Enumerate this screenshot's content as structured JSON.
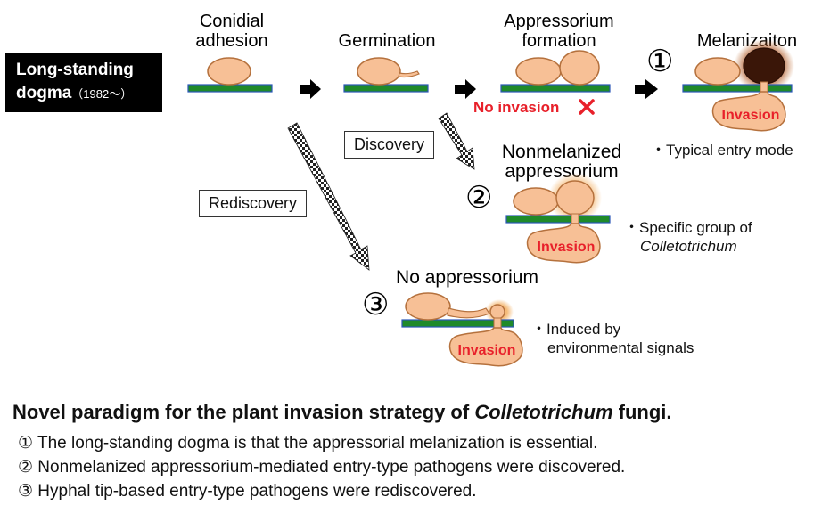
{
  "dogma": {
    "title_line1": "Long-standing",
    "title_line2": "dogma",
    "year": "（1982～）"
  },
  "stages": {
    "conidial_line1": "Conidial",
    "conidial_line2": "adhesion",
    "germination": "Germination",
    "appressorium_line1": "Appressorium",
    "appressorium_line2": "formation",
    "melanization": "Melanizaiton"
  },
  "no_invasion": "No invasion",
  "invasion": "Invasion",
  "discovery": "Discovery",
  "rediscovery": "Rediscovery",
  "nonmelanized_line1": "Nonmelanized",
  "nonmelanized_line2": "appressorium",
  "no_appressorium": "No appressorium",
  "numbers": {
    "one": "①",
    "two": "②",
    "three": "③"
  },
  "notes": {
    "typical": "・Typical entry mode",
    "specific_line1": "・Specific group of",
    "specific_line2": "Colletotrichum",
    "induced_line1": "・Induced by",
    "induced_line2": "environmental signals"
  },
  "summary": {
    "heading_pre": "Novel paradigm for the plant invasion strategy of ",
    "heading_italic": "Colletotrichum",
    "heading_post": " fungi.",
    "items": [
      "① The long-standing dogma is that the appressorial melanization is essential.",
      "② Nonmelanized appressorium-mediated entry-type pathogens were discovered.",
      "③ Hyphal tip-based entry-type pathogens were rediscovered."
    ]
  },
  "colors": {
    "spore": "#f7c096",
    "spore_stroke": "#b5713d",
    "leaf": "#1f8a2a",
    "leaf_edge": "#2b57b8",
    "invasion_text": "#e8202a",
    "melanin": "#3a1608"
  }
}
